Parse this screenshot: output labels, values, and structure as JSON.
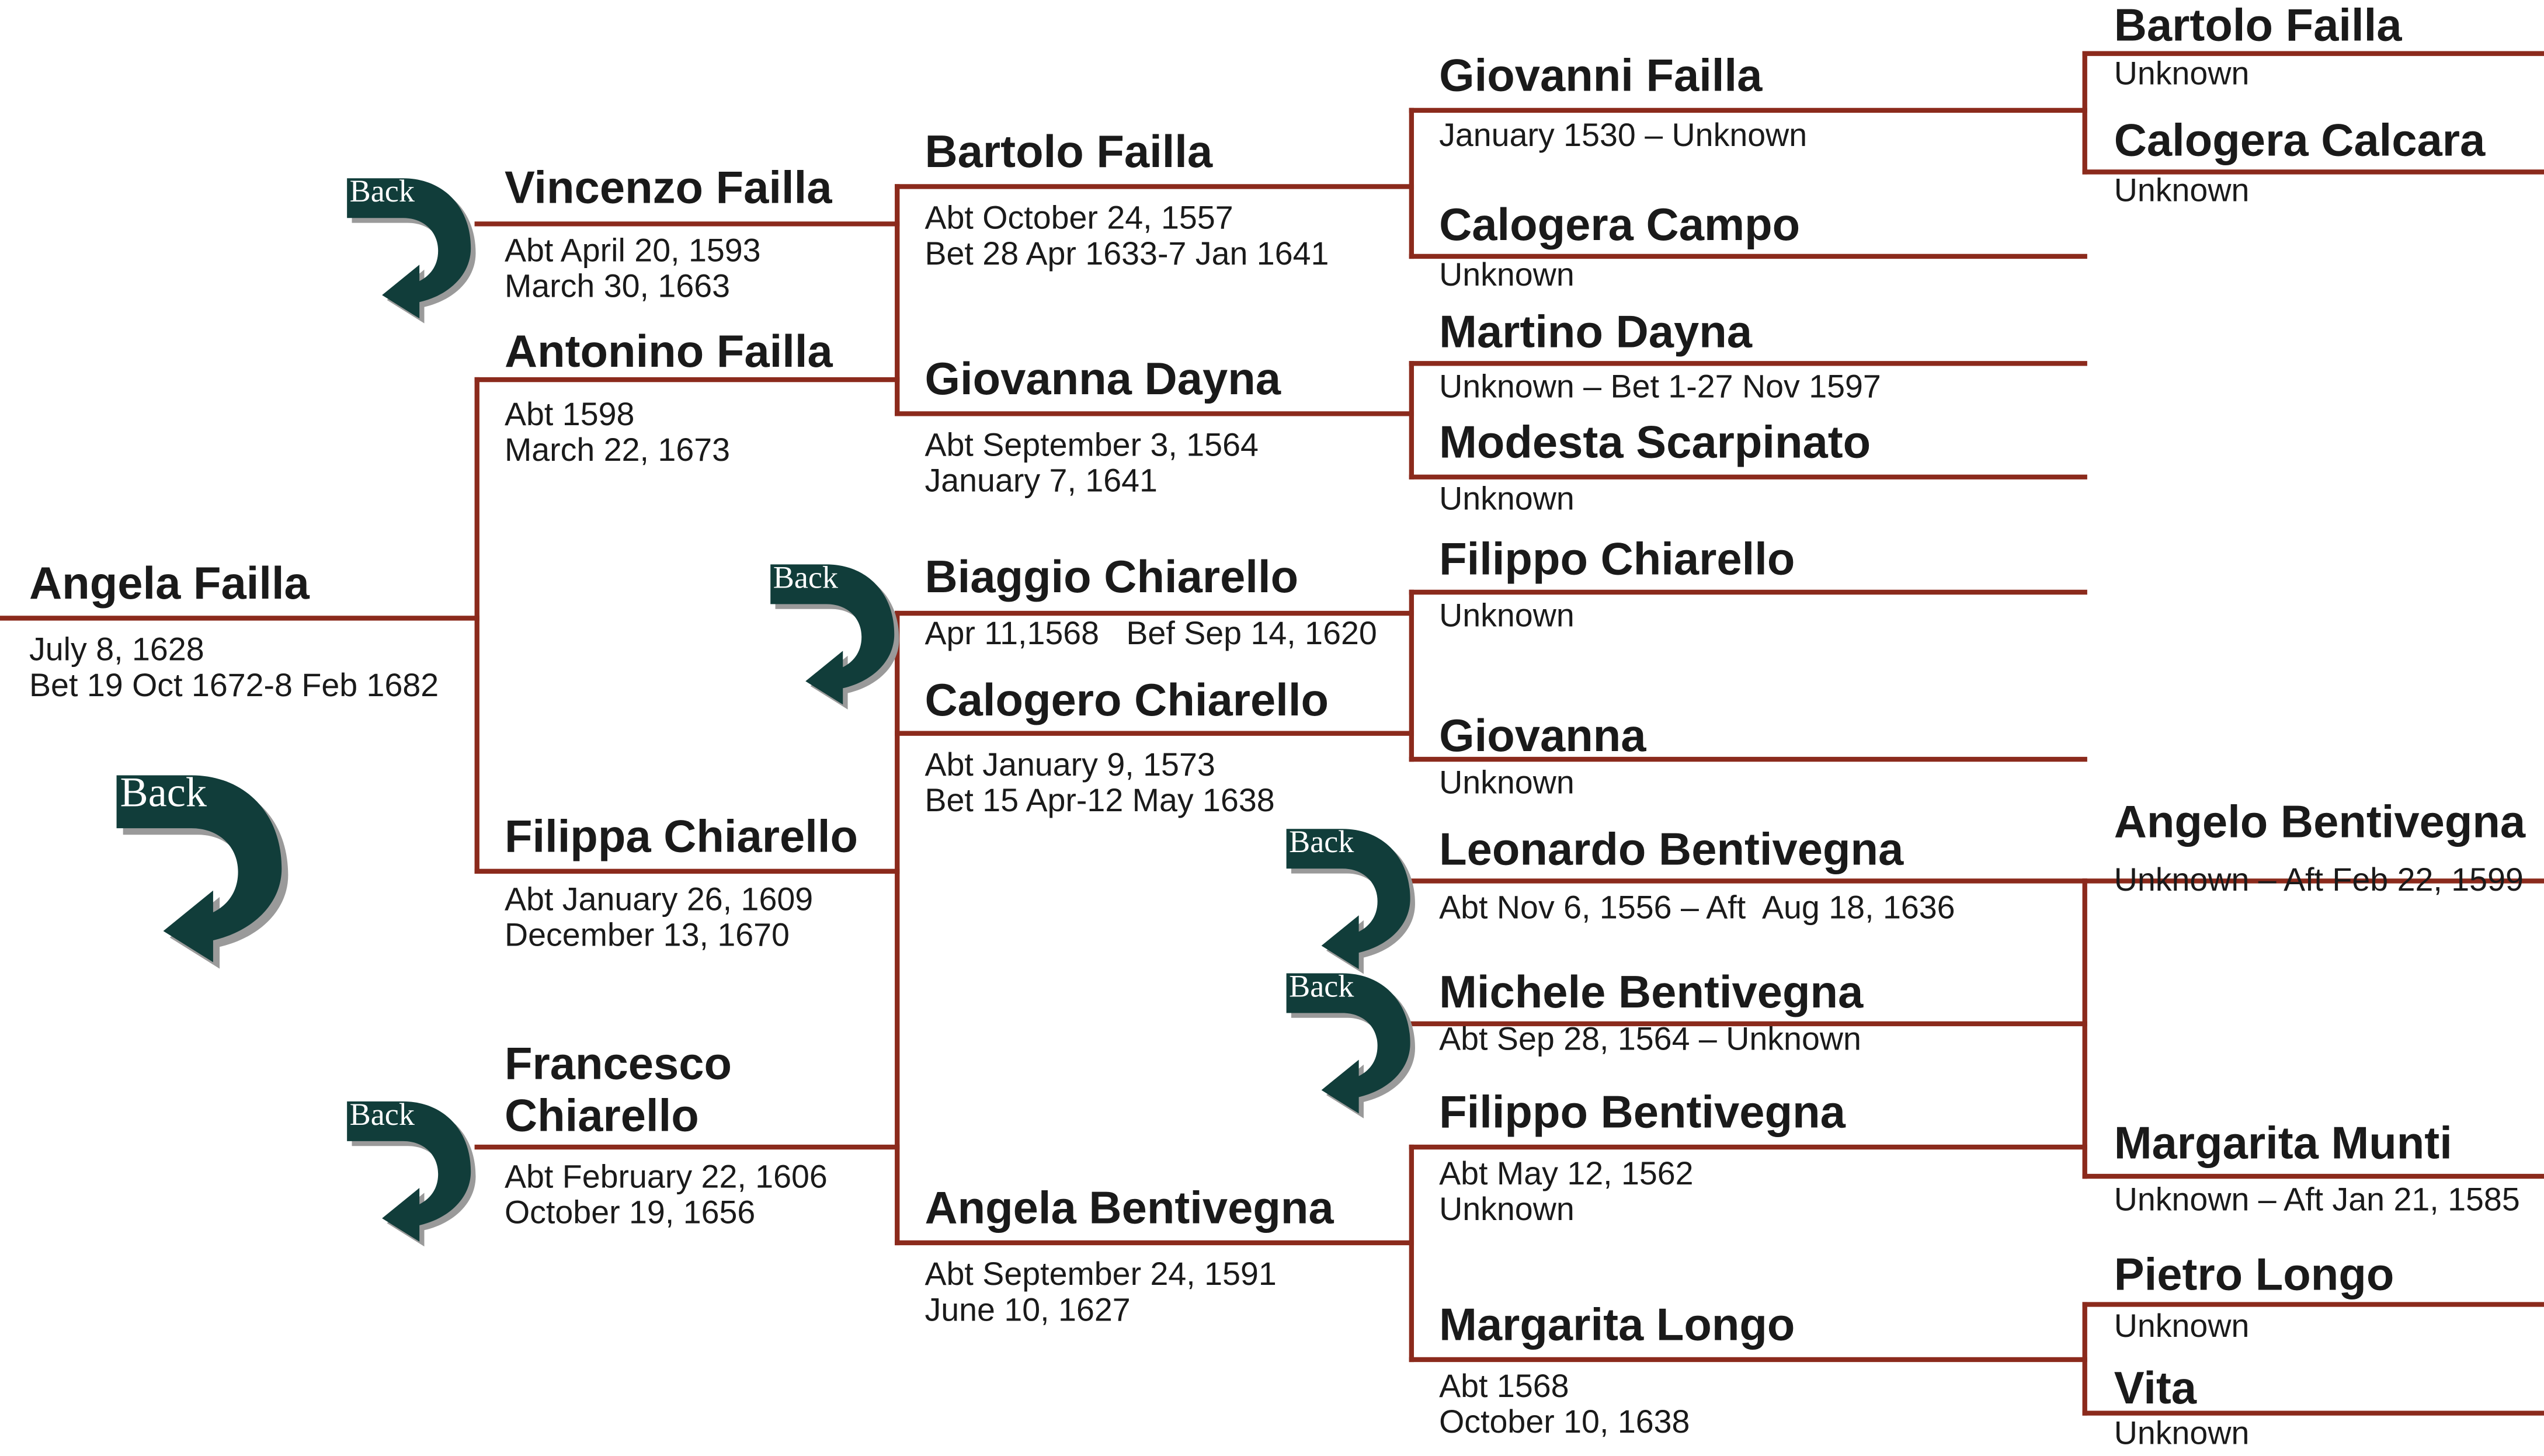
{
  "colors": {
    "line": "#8b2a1c",
    "arrow": "#113d3a",
    "arrow_shadow": "#9a9a9a"
  },
  "back_label": "Back",
  "root": {
    "name": "Angela Failla",
    "line1": "July 8, 1628",
    "line2": "Bet 19 Oct 1672-8 Feb 1682"
  },
  "gen1": {
    "father": {
      "name": "Antonino Failla",
      "line1": "Abt 1598",
      "line2": "March 22, 1673"
    },
    "mother": {
      "name": "Filippa Chiarello",
      "line1": "Abt January 26, 1609",
      "line2": "December 13, 1670"
    }
  },
  "spouses": [
    {
      "name": "Vincenzo Failla",
      "line1": "Abt April 20, 1593",
      "line2": "March 30, 1663"
    },
    {
      "name_line1": "Francesco",
      "name_line2": "Chiarello",
      "line1": "Abt February 22, 1606",
      "line2": "October 19, 1656"
    }
  ],
  "gen2": [
    {
      "name": "Bartolo Failla",
      "line1": "Abt October 24, 1557",
      "line2": "Bet 28 Apr 1633-7 Jan 1641"
    },
    {
      "name": "Giovanna Dayna",
      "line1": "Abt September 3, 1564",
      "line2": "January 7, 1641"
    },
    {
      "name": "Biaggio Chiarello",
      "line1": "Apr 11,1568   Bef Sep 14, 1620"
    },
    {
      "name": "Calogero Chiarello",
      "line1": "Abt January 9, 1573",
      "line2": "Bet 15 Apr-12 May 1638"
    },
    {
      "name": "Angela Bentivegna",
      "line1": "Abt September 24, 1591",
      "line2": "June 10, 1627"
    }
  ],
  "gen3": [
    {
      "name": "Giovanni Failla",
      "line1": "January 1530 – Unknown"
    },
    {
      "name": "Calogera Campo",
      "line1": "Unknown"
    },
    {
      "name": "Martino Dayna",
      "line1": "Unknown – Bet 1-27 Nov 1597"
    },
    {
      "name": "Modesta Scarpinato",
      "line1": "Unknown"
    },
    {
      "name": "Filippo Chiarello",
      "line1": "Unknown"
    },
    {
      "name": "Giovanna",
      "line1": "Unknown"
    },
    {
      "name": "Leonardo Bentivegna",
      "line1": "Abt Nov 6, 1556 – Aft  Aug 18, 1636"
    },
    {
      "name": "Michele Bentivegna",
      "line1": "Abt Sep 28, 1564 – Unknown"
    },
    {
      "name": "Filippo Bentivegna",
      "line1": "Abt May 12, 1562",
      "line2": "Unknown"
    },
    {
      "name": "Margarita Longo",
      "line1": "Abt 1568",
      "line2": "October 10, 1638"
    }
  ],
  "gen4": [
    {
      "name": "Bartolo Failla",
      "line1": "Unknown"
    },
    {
      "name": "Calogera Calcara",
      "line1": "Unknown"
    },
    {
      "name": "Angelo Bentivegna",
      "line1": "Unknown – Aft Feb 22, 1599"
    },
    {
      "name": "Margarita Munti",
      "line1": "Unknown – Aft Jan 21, 1585"
    },
    {
      "name": "Pietro Longo",
      "line1": "Unknown"
    },
    {
      "name": "Vita",
      "line1": "Unknown"
    }
  ]
}
